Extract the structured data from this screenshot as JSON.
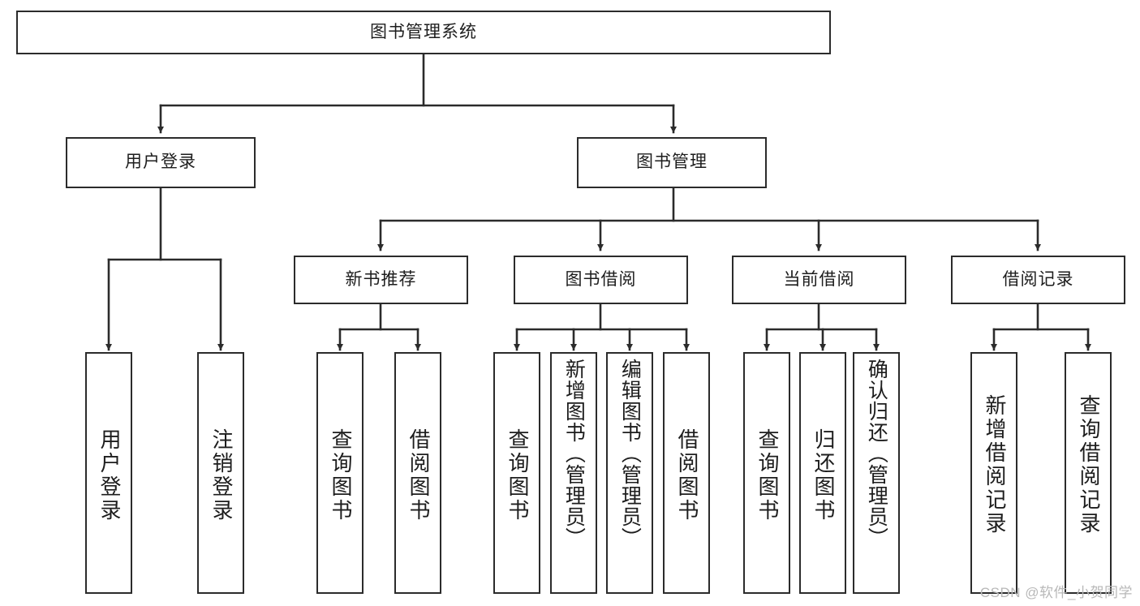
{
  "diagram": {
    "title": "图书管理系统",
    "type": "hierarchy-tree",
    "levels": 4,
    "colors": {
      "box_border": "#2b2b2b",
      "box_fill": "#ffffff",
      "connector": "#2b2b2b",
      "text": "#1d1d1d",
      "watermark": "#b8b8b8",
      "background": "#ffffff"
    },
    "root": {
      "label": "图书管理系统"
    },
    "level2": [
      {
        "label": "用户登录"
      },
      {
        "label": "图书管理"
      }
    ],
    "level3": [
      {
        "label": "新书推荐"
      },
      {
        "label": "图书借阅"
      },
      {
        "label": "当前借阅"
      },
      {
        "label": "借阅记录"
      }
    ],
    "leaves": {
      "user_login": [
        {
          "label": "用户登录"
        },
        {
          "label": "注销登录"
        }
      ],
      "new_book_recommend": [
        {
          "label": "查询图书"
        },
        {
          "label": "借阅图书"
        }
      ],
      "book_borrow": [
        {
          "label": "查询图书"
        },
        {
          "label": "新增图书（管理员）"
        },
        {
          "label": "编辑图书（管理员）"
        },
        {
          "label": "借阅图书"
        }
      ],
      "current_borrow": [
        {
          "label": "查询图书"
        },
        {
          "label": "归还图书"
        },
        {
          "label": "确认归还（管理员）"
        }
      ],
      "borrow_records": [
        {
          "label": "新增借阅记录"
        },
        {
          "label": "查询借阅记录"
        }
      ]
    }
  },
  "watermark": {
    "text": "CSDN @软件_小贺同学"
  }
}
